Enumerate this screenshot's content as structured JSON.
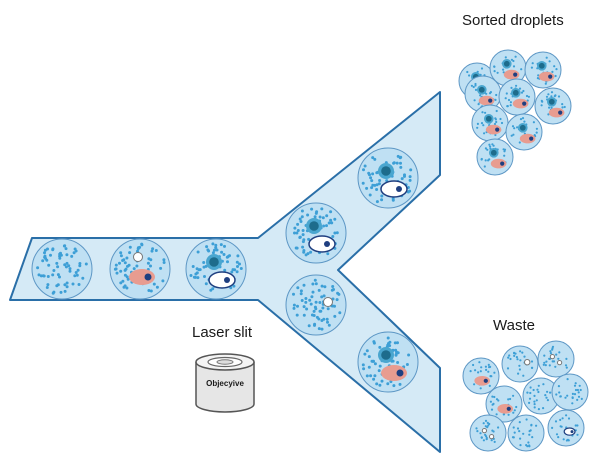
{
  "labels": {
    "sorted": "Sorted droplets",
    "waste": "Waste",
    "laser_slit": "Laser slit",
    "objective": "Objecyive"
  },
  "colors": {
    "channel_fill": "#d5eaf6",
    "channel_stroke": "#2a6fa8",
    "droplet_fill": "#bfe0f3",
    "droplet_stroke": "#5d97c5",
    "dot": "#3d9fd6",
    "bead_outer": "#4aa6cf",
    "bead_inner": "#1d6c8c",
    "cell": "#e89c90",
    "nucleus": "#1f3f80",
    "objective_body": "#e6e6e6",
    "objective_stroke": "#555555"
  },
  "icons": [
    "objective-lens-icon"
  ]
}
